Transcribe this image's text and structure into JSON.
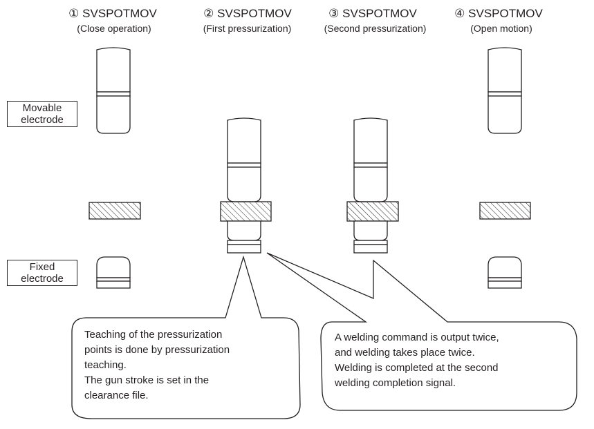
{
  "steps": [
    {
      "num": "①",
      "title": "SVSPOTMOV",
      "subtitle": "(Close operation)"
    },
    {
      "num": "②",
      "title": "SVSPOTMOV",
      "subtitle": "(First pressurization)"
    },
    {
      "num": "③",
      "title": "SVSPOTMOV",
      "subtitle": "(Second pressurization)"
    },
    {
      "num": "④",
      "title": "SVSPOTMOV",
      "subtitle": "(Open motion)"
    }
  ],
  "labels": {
    "movable_line1": "Movable",
    "movable_line2": "electrode",
    "fixed_line1": "Fixed",
    "fixed_line2": "electrode"
  },
  "callout_left": {
    "lines": [
      "Teaching of the pressurization",
      "points is done by pressurization",
      "teaching.",
      "The gun stroke is set in the",
      "clearance file."
    ]
  },
  "callout_right": {
    "lines": [
      "A welding command is output twice,",
      "and welding takes place twice.",
      "Welding is completed at the second",
      "welding completion signal."
    ]
  }
}
